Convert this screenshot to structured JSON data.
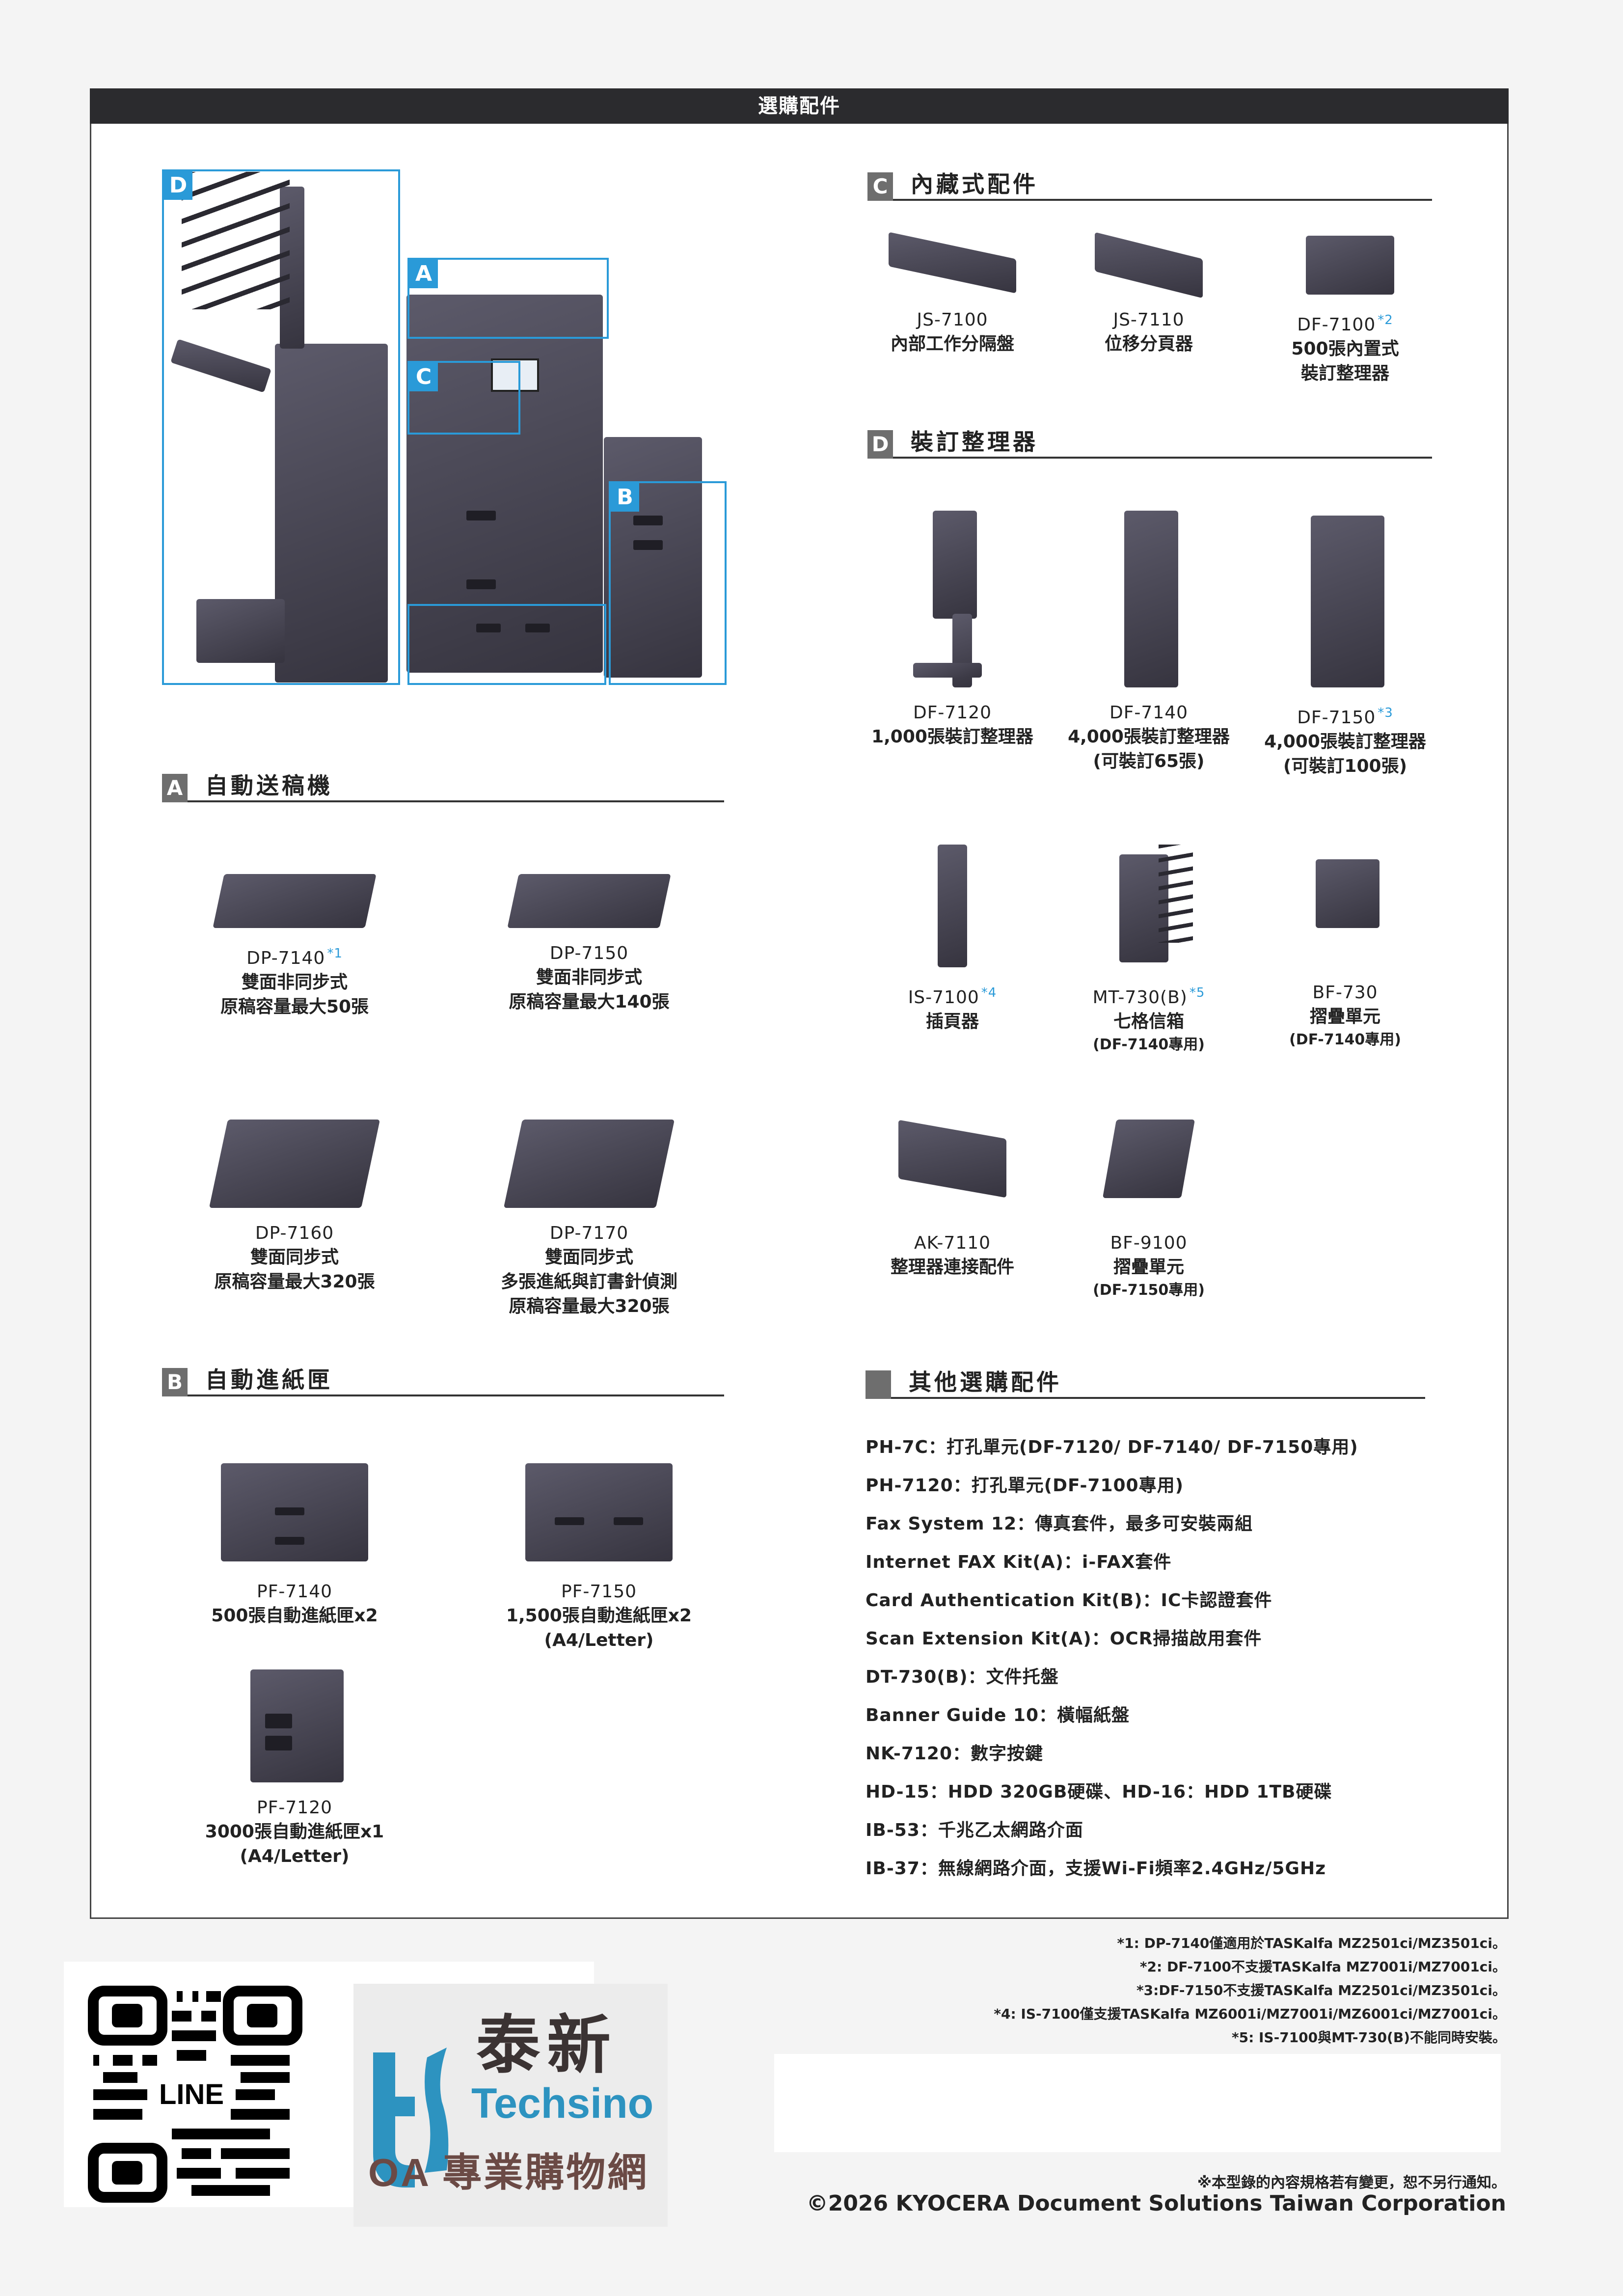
{
  "banner": {
    "title": "選購配件"
  },
  "hero": {
    "callouts": [
      {
        "label": "D",
        "name": "finisher"
      },
      {
        "label": "A",
        "name": "document-processor"
      },
      {
        "label": "C",
        "name": "internal-options"
      },
      {
        "label": "B",
        "name": "paper-feeder"
      }
    ]
  },
  "sections": {
    "A": {
      "badge": "A",
      "title": "自動送稿機"
    },
    "B": {
      "badge": "B",
      "title": "自動進紙匣"
    },
    "C": {
      "badge": "C",
      "title": "內藏式配件"
    },
    "D": {
      "badge": "D",
      "title": "裝訂整理器"
    },
    "other": {
      "badge": "",
      "title": "其他選購配件"
    }
  },
  "adf": [
    {
      "model": "DP-7140",
      "sup": "*1",
      "desc1": "雙面非同步式",
      "desc2": "原稿容量最大50張"
    },
    {
      "model": "DP-7150",
      "sup": "",
      "desc1": "雙面非同步式",
      "desc2": "原稿容量最大140張"
    },
    {
      "model": "DP-7160",
      "sup": "",
      "desc1": "雙面同步式",
      "desc2": "原稿容量最大320張"
    },
    {
      "model": "DP-7170",
      "sup": "",
      "desc1": "雙面同步式",
      "desc2": "多張進紙與訂書針偵測",
      "desc3": "原稿容量最大320張"
    }
  ],
  "feeders": [
    {
      "model": "PF-7140",
      "desc1": "500張自動進紙匣x2",
      "desc2": ""
    },
    {
      "model": "PF-7150",
      "desc1": "1,500張自動進紙匣x2",
      "desc2": "(A4/Letter)"
    },
    {
      "model": "PF-7120",
      "desc1": "3000張自動進紙匣x1",
      "desc2": "(A4/Letter)"
    }
  ],
  "internal": [
    {
      "model": "JS-7100",
      "sup": "",
      "desc1": "內部工作分隔盤",
      "desc2": ""
    },
    {
      "model": "JS-7110",
      "sup": "",
      "desc1": "位移分頁器",
      "desc2": ""
    },
    {
      "model": "DF-7100",
      "sup": "*2",
      "desc1": "500張內置式",
      "desc2": "裝訂整理器"
    }
  ],
  "finishers": [
    {
      "model": "DF-7120",
      "sup": "",
      "desc1": "1,000張裝訂整理器",
      "desc2": ""
    },
    {
      "model": "DF-7140",
      "sup": "",
      "desc1": "4,000張裝訂整理器",
      "desc2": "(可裝訂65張)"
    },
    {
      "model": "DF-7150",
      "sup": "*3",
      "desc1": "4,000張裝訂整理器",
      "desc2": "(可裝訂100張)"
    },
    {
      "model": "IS-7100",
      "sup": "*4",
      "desc1": "插頁器",
      "note": ""
    },
    {
      "model": "MT-730(B)",
      "sup": "*5",
      "desc1": "七格信箱",
      "note": "(DF-7140專用)"
    },
    {
      "model": "BF-730",
      "sup": "",
      "desc1": "摺疊單元",
      "note": "(DF-7140專用)"
    },
    {
      "model": "AK-7110",
      "sup": "",
      "desc1": "整理器連接配件",
      "note": ""
    },
    {
      "model": "BF-9100",
      "sup": "",
      "desc1": "摺疊單元",
      "note": "(DF-7150專用)"
    }
  ],
  "other_options": [
    "PH-7C：打孔單元(DF-7120/ DF-7140/ DF-7150專用)",
    "PH-7120：打孔單元(DF-7100專用)",
    "Fax System 12：傳真套件，最多可安裝兩組",
    "Internet FAX Kit(A)：i-FAX套件",
    "Card Authentication Kit(B)：IC卡認證套件",
    "Scan Extension Kit(A)：OCR掃描啟用套件",
    "DT-730(B)：文件托盤",
    "Banner Guide 10：橫幅紙盤",
    "NK-7120：數字按鍵",
    "HD-15：HDD 320GB硬碟、HD-16：HDD 1TB硬碟",
    "IB-53：千兆乙太網路介面",
    "IB-37：無線網路介面，支援Wi-Fi頻率2.4GHz/5GHz"
  ],
  "footnotes": [
    "*1: DP-7140僅適用於TASKalfa MZ2501ci/MZ3501ci。",
    "*2: DF-7100不支援TASKalfa MZ7001i/MZ7001ci。",
    "*3:DF-7150不支援TASKalfa MZ2501ci/MZ3501ci。",
    "*4: IS-7100僅支援TASKalfa MZ6001i/MZ7001i/MZ6001ci/MZ7001ci。",
    "*5: IS-7100與MT-730(B)不能同時安裝。"
  ],
  "disclaimer": "※本型錄的內容規格若有變更，恕不另行通知。",
  "copyright": "©2026 KYOCERA Document Solutions Taiwan Corporation",
  "qr": {
    "center_label": "LINE"
  },
  "logo": {
    "cn_name": "泰新",
    "en_name": "Techsino",
    "tagline": "OA 專業購物網"
  },
  "colors": {
    "accent_blue": "#2a9ad8",
    "banner": "#2b2b2e",
    "badge_gray": "#6e6e6e",
    "logo_brown": "#6b4a45",
    "logo_blue": "#2d93c0"
  }
}
